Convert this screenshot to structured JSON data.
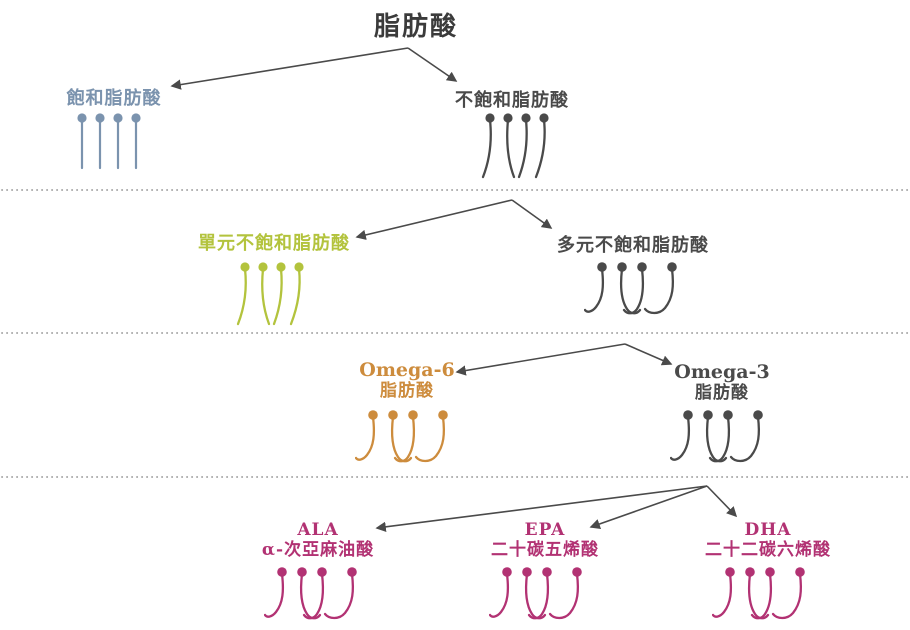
{
  "diagram": {
    "title": "脂肪酸",
    "levels": [
      {
        "name": "level-1",
        "nodes": [
          {
            "id": "saturated",
            "label": "飽和脂肪酸",
            "color": "#7b93ae",
            "icon": "straight-pins-icon"
          },
          {
            "id": "unsaturated",
            "label": "不飽和脂肪酸",
            "color": "#4a4a4a",
            "icon": "wavy-pins-icon"
          }
        ]
      },
      {
        "name": "level-2",
        "nodes": [
          {
            "id": "monounsaturated",
            "label": "單元不飽和脂肪酸",
            "color": "#b3c33d",
            "icon": "wavy-pins-icon"
          },
          {
            "id": "polyunsaturated",
            "label": "多元不飽和脂肪酸",
            "color": "#4a4a4a",
            "icon": "hooked-pins-icon"
          }
        ]
      },
      {
        "name": "level-3",
        "nodes": [
          {
            "id": "omega6",
            "label_line1": "Omega-6",
            "label_line2": "脂肪酸",
            "color": "#cd8c3d",
            "icon": "hooked-pins-icon"
          },
          {
            "id": "omega3",
            "label_line1": "Omega-3",
            "label_line2": "脂肪酸",
            "color": "#4a4a4a",
            "icon": "hooked-pins-icon"
          }
        ]
      },
      {
        "name": "level-4",
        "nodes": [
          {
            "id": "ala",
            "label_line1": "ALA",
            "label_line2": "α-次亞麻油酸",
            "color": "#b23273",
            "icon": "hooked-pins-icon"
          },
          {
            "id": "epa",
            "label_line1": "EPA",
            "label_line2": "二十碳五烯酸",
            "color": "#b23273",
            "icon": "hooked-pins-icon"
          },
          {
            "id": "dha",
            "label_line1": "DHA",
            "label_line2": "二十二碳六烯酸",
            "color": "#b23273",
            "icon": "hooked-pins-icon"
          }
        ]
      }
    ],
    "colors": {
      "title": "#3b3b3b",
      "arrow": "#4a4a4a",
      "separator": "#9a9a9a"
    }
  }
}
